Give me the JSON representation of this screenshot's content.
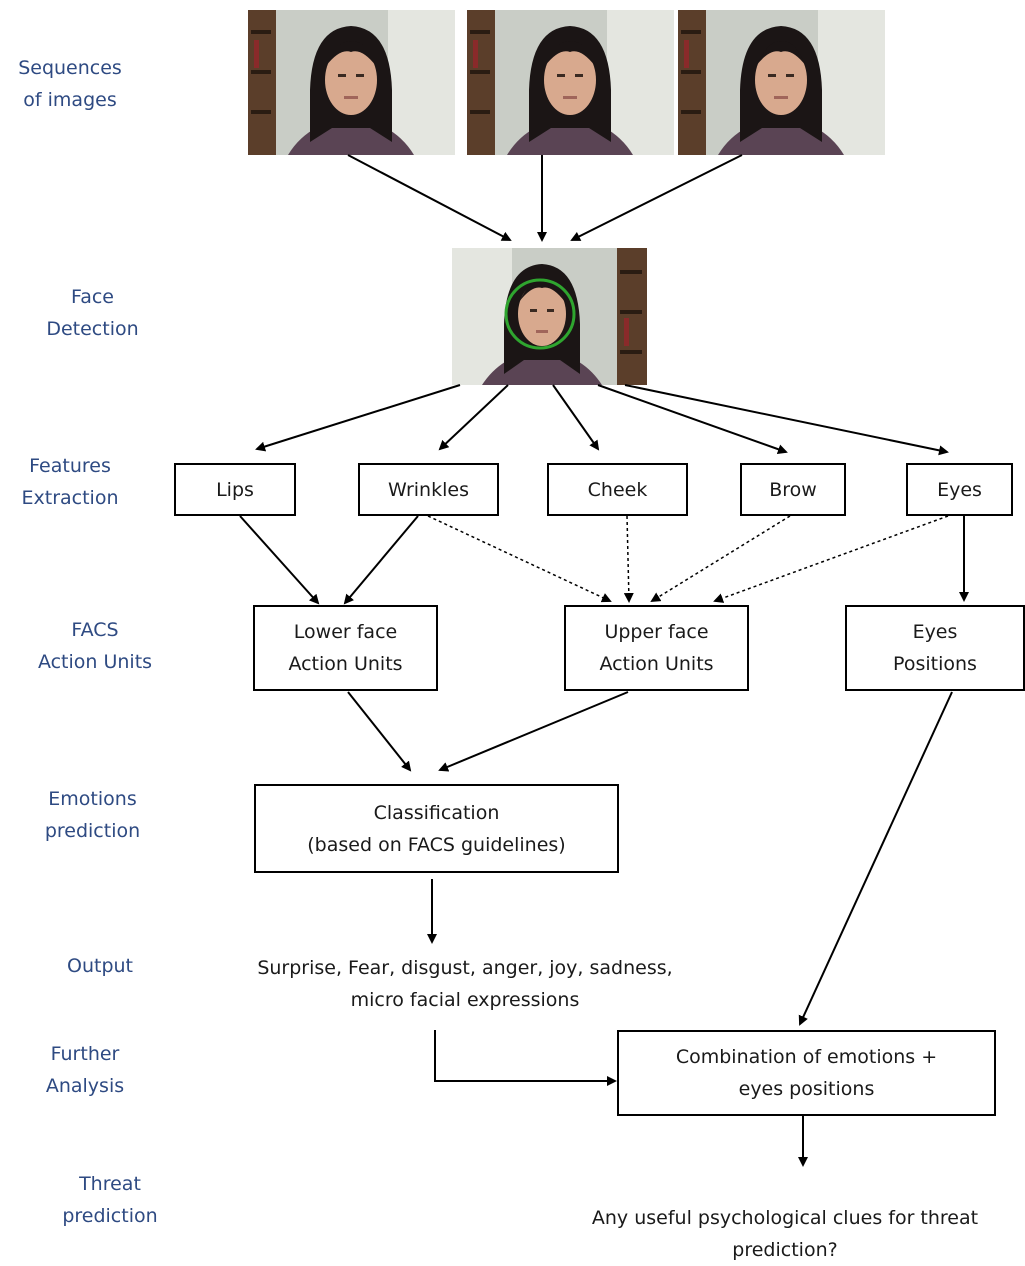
{
  "stages": {
    "sequences": "Sequences\nof images",
    "face_detection": "Face\nDetection",
    "features_extraction": "Features\nExtraction",
    "facs_action_units": "FACS\nAction Units",
    "emotions_prediction": "Emotions\nprediction",
    "output": "Output",
    "further_analysis": "Further\nAnalysis",
    "threat_prediction": "Threat\nprediction"
  },
  "features": {
    "lips": "Lips",
    "wrinkles": "Wrinkles",
    "cheek": "Cheek",
    "brow": "Brow",
    "eyes": "Eyes"
  },
  "action_units": {
    "lower_face": "Lower face\nAction Units",
    "upper_face": "Upper face\nAction Units",
    "eyes_positions": "Eyes\nPositions"
  },
  "classification": "Classification\n(based on FACS guidelines)",
  "output_text": "Surprise, Fear, disgust, anger, joy, sadness,\nmicro facial expressions",
  "combination": "Combination of emotions +\neyes positions",
  "threat_question": "Any useful psychological clues for threat\nprediction?",
  "colors": {
    "stage_label": "#2e4a82",
    "detection_circle": "#2fa52f"
  }
}
